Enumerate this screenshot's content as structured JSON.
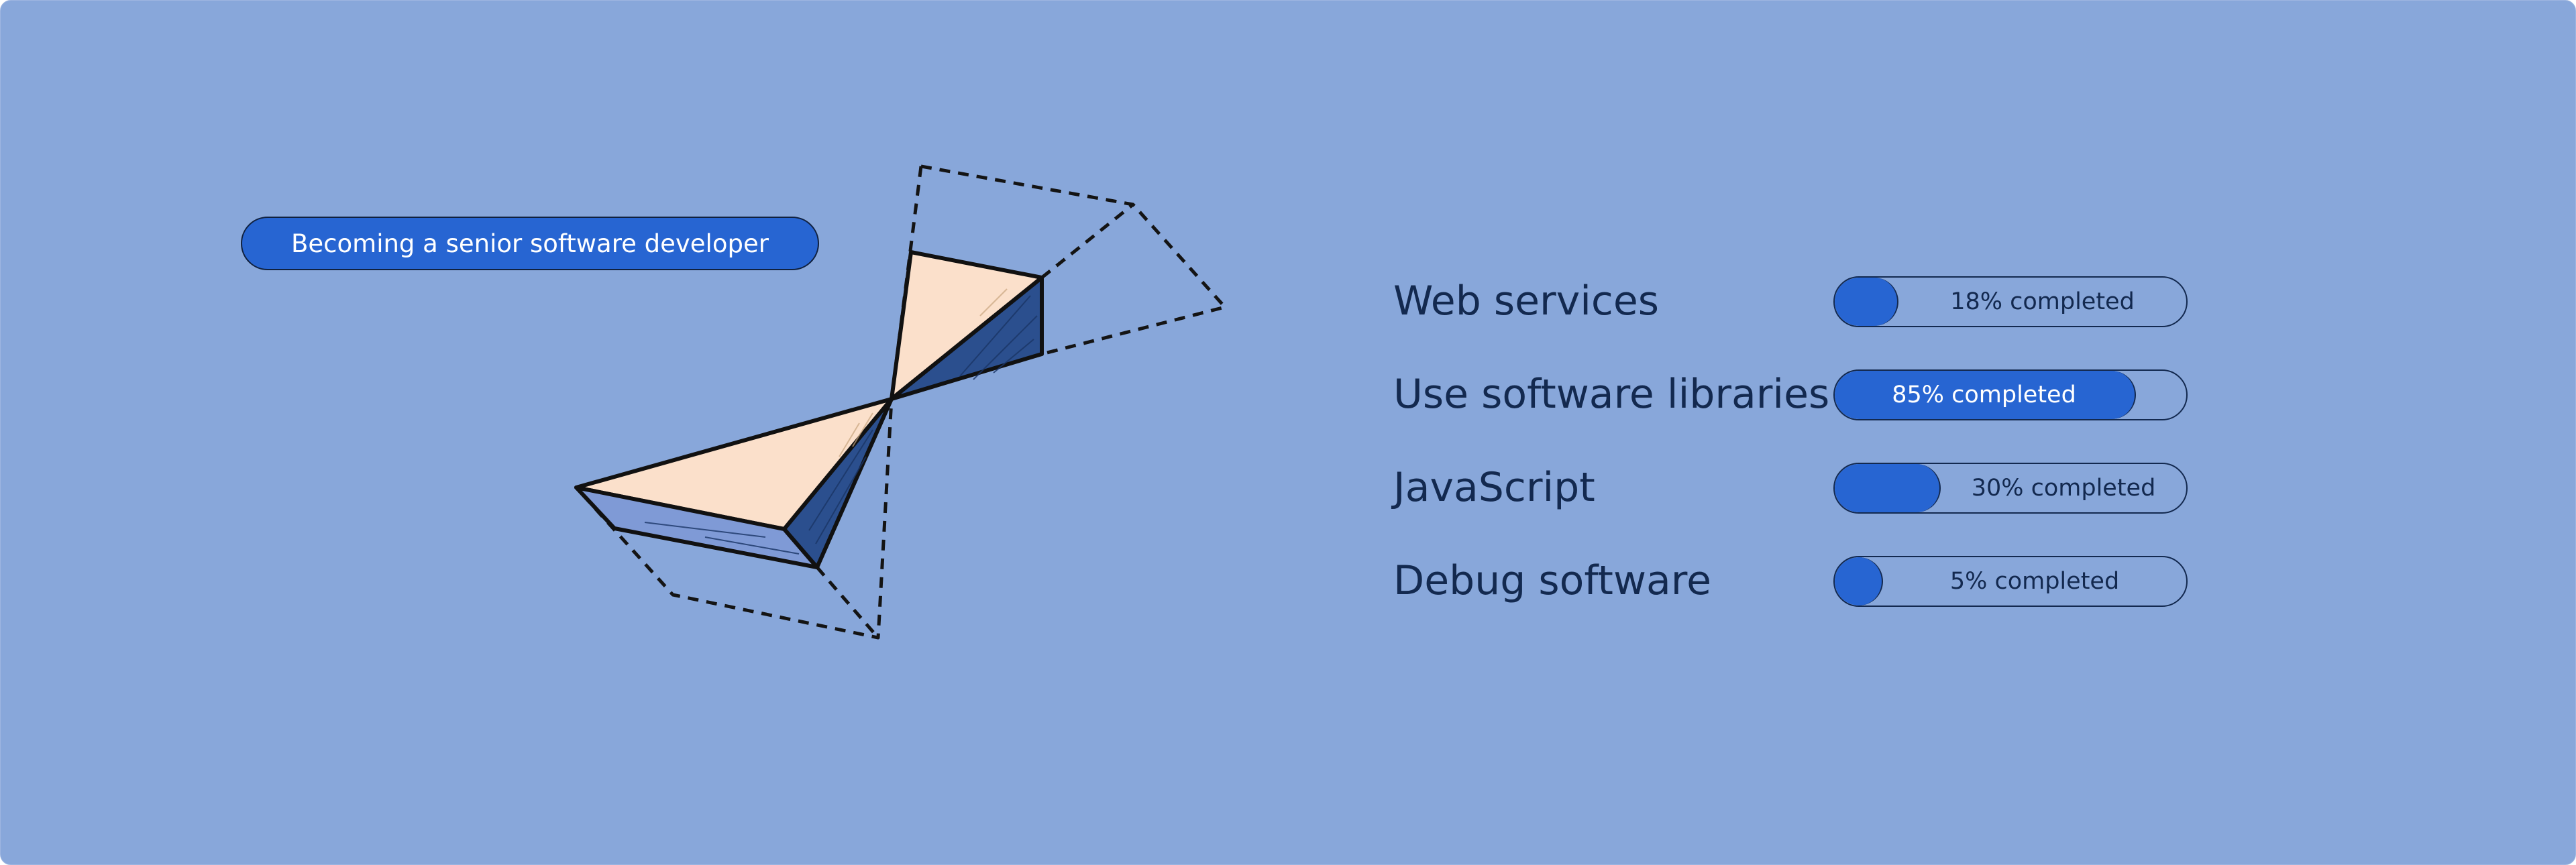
{
  "goal": {
    "label": "Becoming a senior software developer"
  },
  "skills": [
    {
      "label": "Web services",
      "progress_text": "18% completed",
      "progress": 0.18
    },
    {
      "label": "Use software libraries",
      "progress_text": "85% completed",
      "progress": 0.85
    },
    {
      "label": "JavaScript",
      "progress_text": "30% completed",
      "progress": 0.3
    },
    {
      "label": "Debug software",
      "progress_text": "5% completed",
      "progress": 0.05
    }
  ],
  "colors": {
    "background": "#88a7da",
    "accent": "#2765d2",
    "text": "#13294f",
    "peach": "#fbe0cb",
    "navy": "#2b4f8e"
  },
  "illustration": {
    "name": "hourglass-prism-illustration"
  }
}
